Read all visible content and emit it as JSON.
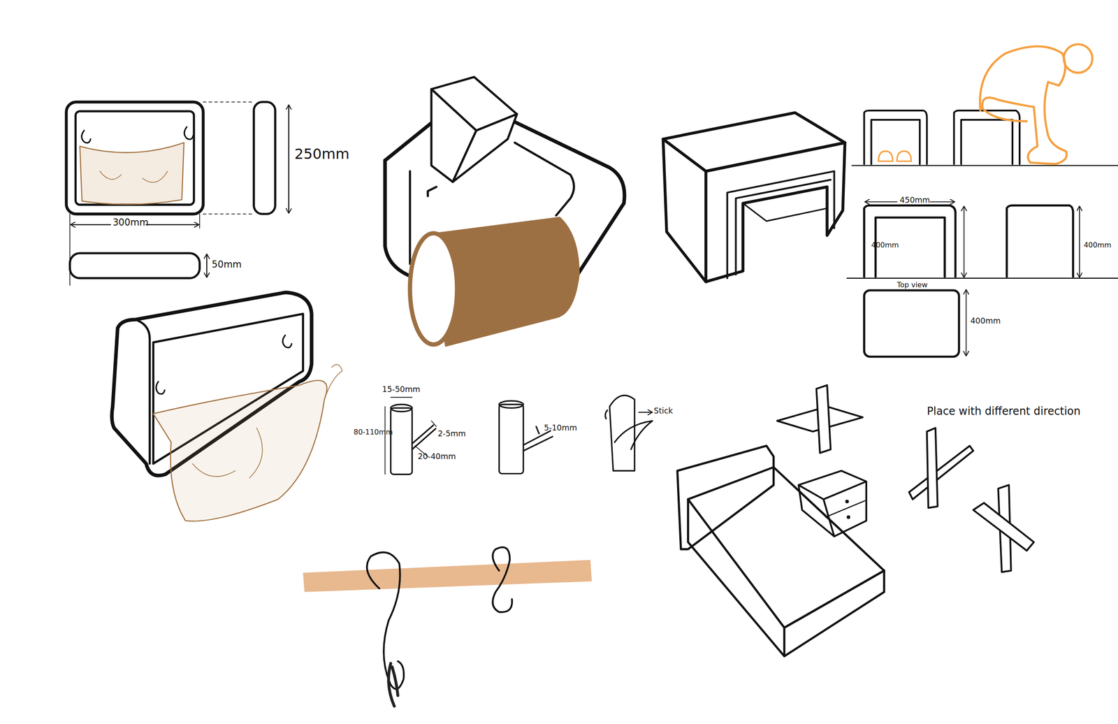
{
  "diagram": {
    "labels": [
      "250mm",
      "300mm",
      "50mm",
      "15-50mm",
      "80-110mm",
      "2-5mm",
      "20-40mm",
      "5-10mm",
      "Stick",
      "450mm",
      "400mm",
      "400mm",
      "Top view",
      "400mm",
      "Place with different direction"
    ]
  }
}
